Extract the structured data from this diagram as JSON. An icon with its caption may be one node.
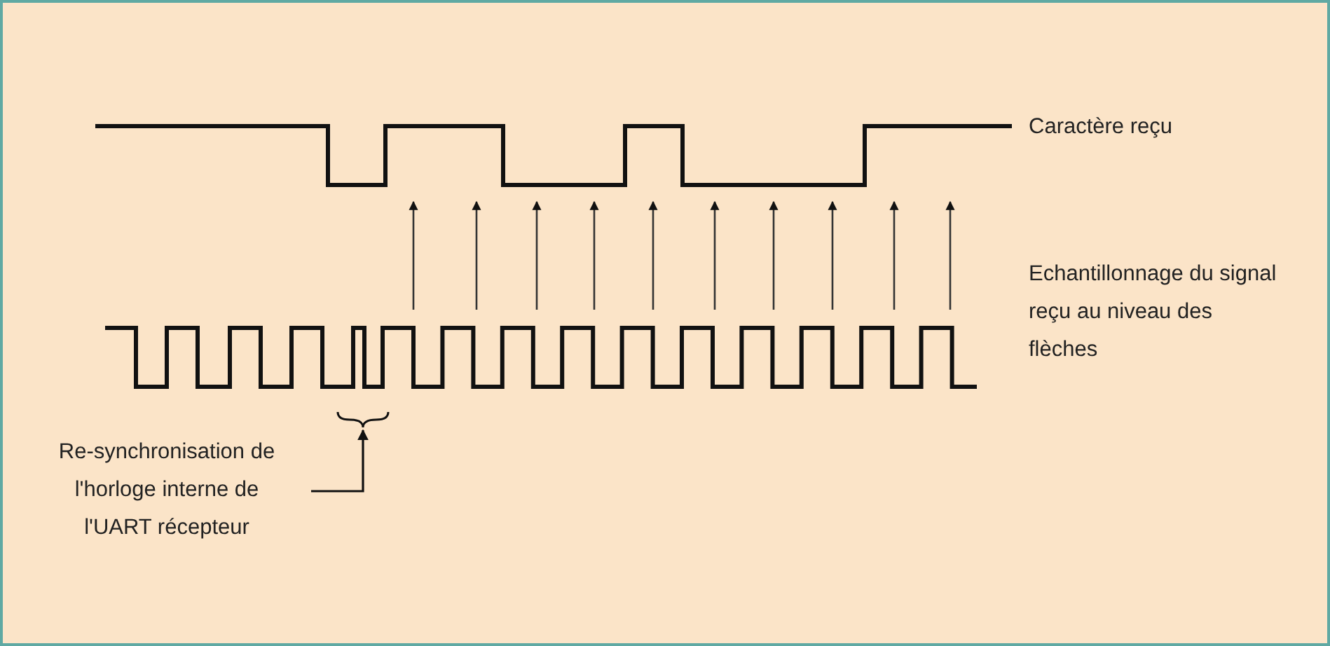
{
  "diagram": {
    "nodes": [
      {
        "text": [
          "Re-synchronisation de l'horloge interne de l'UART récepteur"
        ]
      },
      {
        "text": [],
        "shape": "bracket"
      }
    ],
    "edges": [
      {
        "from": 0,
        "to": 1,
        "arrow": "to"
      }
    ],
    "labels": [
      "Caractère reçu",
      "Echantillonnage du signal reçu au niveau des flèches"
    ]
  }
}
